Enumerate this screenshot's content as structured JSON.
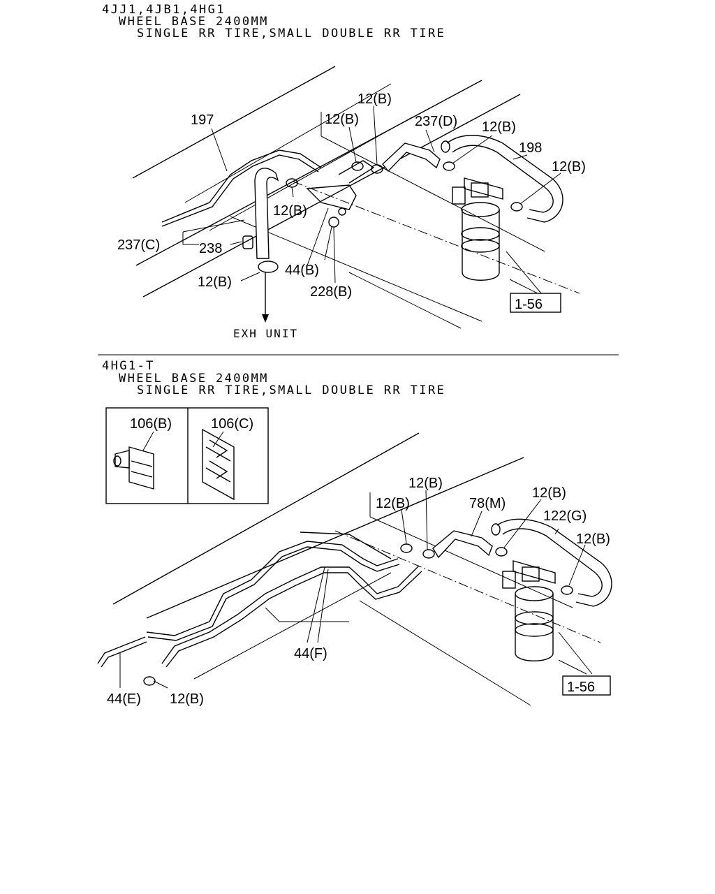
{
  "section1": {
    "engines": "4JJ1,4JB1,4HG1",
    "wheelbase": "WHEEL BASE 2400MM",
    "tires": "SINGLE RR TIRE,SMALL DOUBLE RR TIRE",
    "callouts": {
      "c197": "197",
      "c12b_a": "12(B)",
      "c12b_b": "12(B)",
      "c237d": "237(D)",
      "c12b_c": "12(B)",
      "c198": "198",
      "c12b_d": "12(B)",
      "c12b_e": "12(B)",
      "c237c": "237(C)",
      "c238": "238",
      "c44b": "44(B)",
      "c12b_f": "12(B)",
      "c228b": "228(B)",
      "ref": "1-56",
      "exh": "EXH UNIT"
    }
  },
  "section2": {
    "engines": "4HG1-T",
    "wheelbase": "WHEEL BASE 2400MM",
    "tires": "SINGLE RR TIRE,SMALL DOUBLE RR TIRE",
    "callouts": {
      "c106b": "106(B)",
      "c106c": "106(C)",
      "c12b_a": "12(B)",
      "c12b_b": "12(B)",
      "c78m": "78(M)",
      "c12b_c": "12(B)",
      "c122g": "122(G)",
      "c12b_d": "12(B)",
      "c44f": "44(F)",
      "c44e": "44(E)",
      "c12b_e": "12(B)",
      "ref": "1-56"
    }
  }
}
